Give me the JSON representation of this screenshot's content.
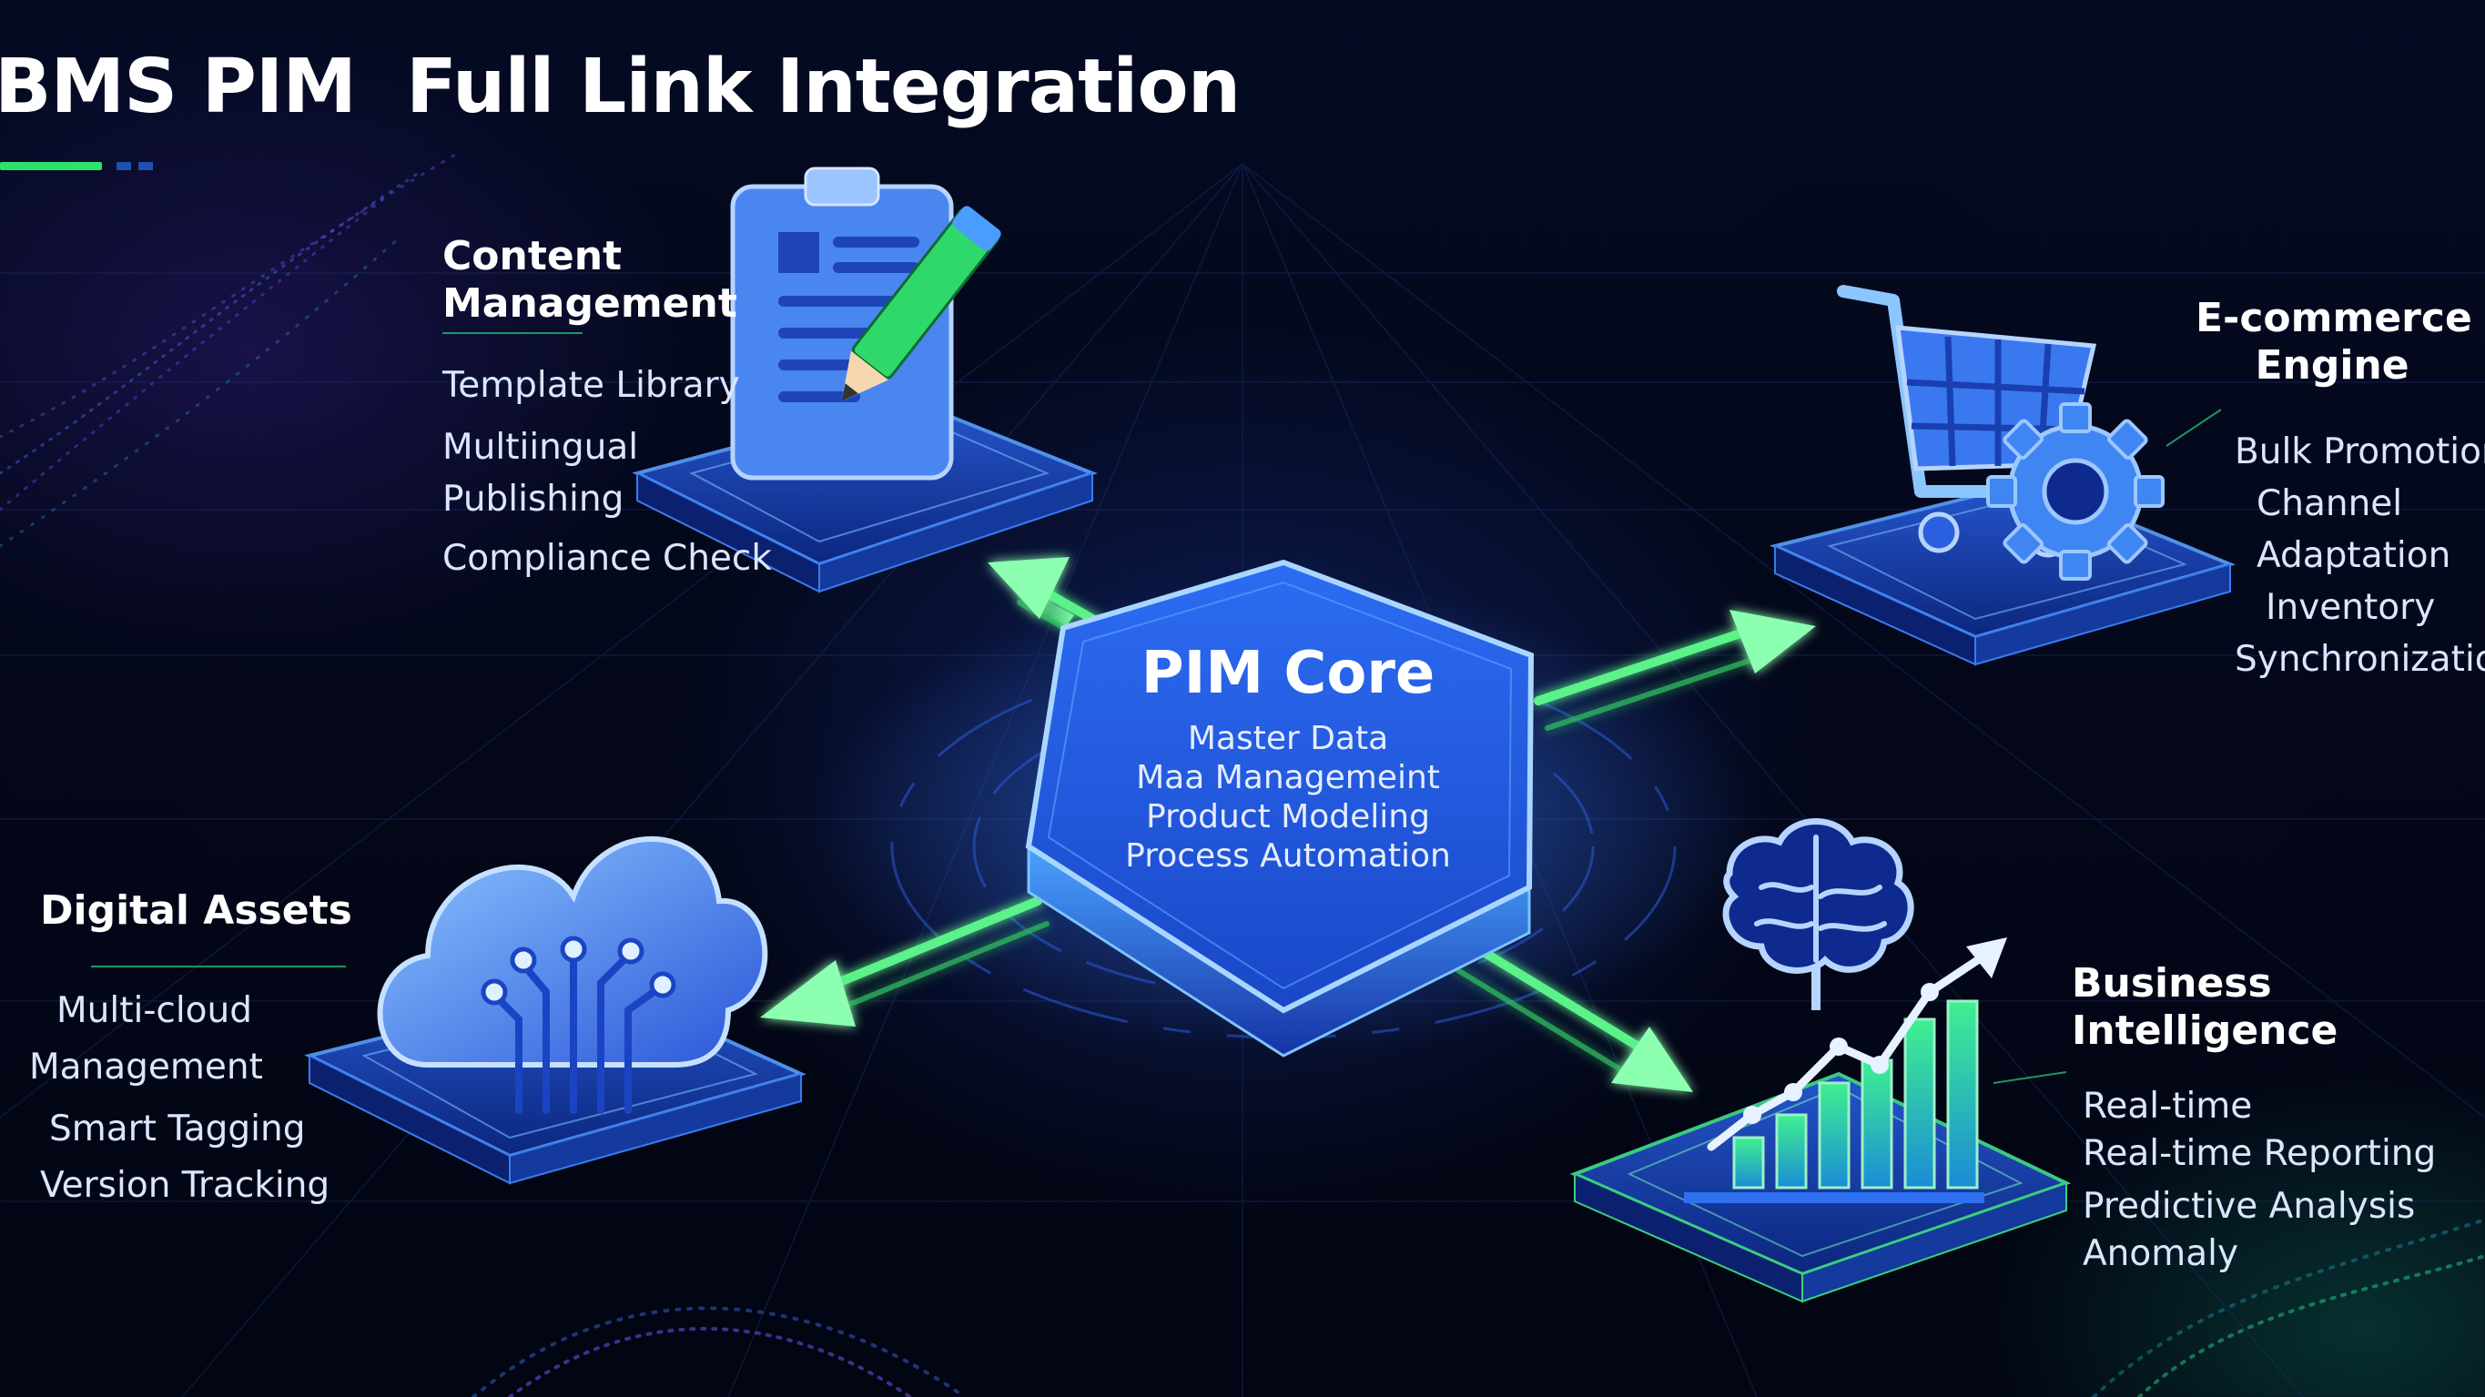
{
  "header": {
    "title": "BMS PIM  Full Link Integration"
  },
  "core": {
    "title": "PIM Core",
    "items": [
      "Master Data",
      "Maa Managemeint",
      "Product Modeling",
      "Process Automation"
    ]
  },
  "modules": {
    "content": {
      "title": "Content\nManagement",
      "icon": "document-pencil-icon",
      "items": [
        "Template Library",
        "Multiingual",
        "Publishing",
        "Compliance Check"
      ]
    },
    "ecommerce": {
      "title": "E-commerce\nEngine",
      "icon": "shopping-cart-gear-icon",
      "items": [
        "Bulk Promotion",
        "Channel",
        "Adaptation",
        "Inventory",
        "Synchronization"
      ]
    },
    "digital_assets": {
      "title": "Digital Assets",
      "icon": "cloud-circuit-icon",
      "items": [
        "Multi-cloud",
        "Management",
        "Smart Tagging",
        "Version Tracking"
      ]
    },
    "business_intelligence": {
      "title": "Business\nIntelligence",
      "icon": "brain-bar-chart-icon",
      "items": [
        "Real-time",
        "Real-time Reporting",
        "Predictive Analysis",
        "Anomaly"
      ]
    }
  },
  "colors": {
    "accent_green": "#2de26a",
    "accent_blue": "#2a6cf0",
    "core_blue": "#1f5be6",
    "background": "#030718"
  }
}
